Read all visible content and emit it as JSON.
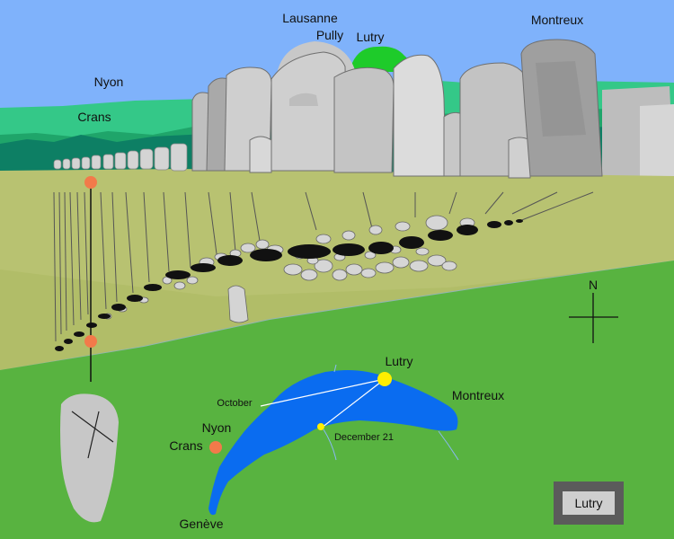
{
  "top_labels": {
    "lausanne": "Lausanne",
    "pully": "Pully",
    "lutry": "Lutry",
    "montreux": "Montreux",
    "nyon": "Nyon",
    "crans": "Crans"
  },
  "compass": {
    "north": "N"
  },
  "map_labels": {
    "lutry": "Lutry",
    "montreux": "Montreux",
    "october": "October",
    "december": "December 21",
    "nyon": "Nyon",
    "crans": "Crans",
    "geneve": "Genève"
  },
  "legend": {
    "label": "Lutry"
  },
  "colors": {
    "sky": "#7fb2fb",
    "lake": "#0a6cf0",
    "meadow": "#58b340",
    "field": "#b8c271",
    "stone": "#d0d0d0",
    "sun": "#ffee00",
    "marker": "#f27a4a"
  }
}
